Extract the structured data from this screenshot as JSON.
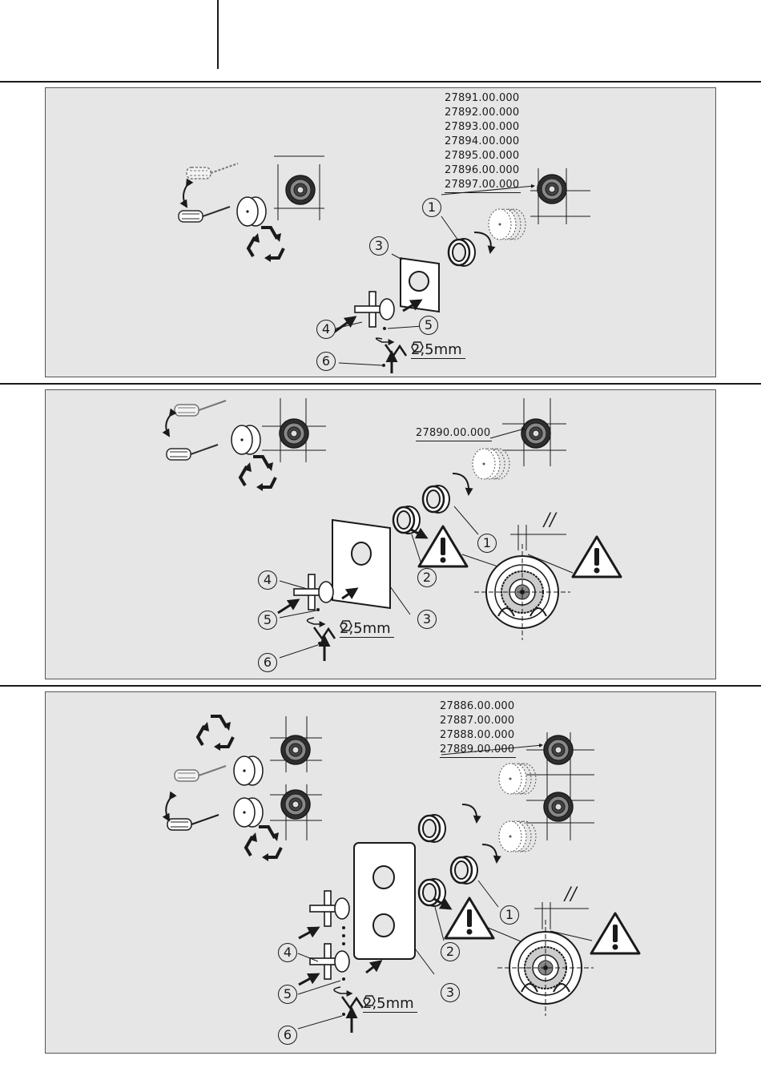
{
  "panels": [
    {
      "part_numbers": [
        "27891.00.000",
        "27892.00.000",
        "27893.00.000",
        "27894.00.000",
        "27895.00.000",
        "27896.00.000",
        "27897.00.000"
      ],
      "callouts": [
        "1",
        "3",
        "4",
        "5",
        "6"
      ],
      "hex_key": "2,5mm"
    },
    {
      "part_numbers": [
        "27890.00.000"
      ],
      "callouts": [
        "1",
        "2",
        "3",
        "4",
        "5",
        "6"
      ],
      "hex_key": "2,5mm",
      "parallel_mark": "//"
    },
    {
      "part_numbers": [
        "27886.00.000",
        "27887.00.000",
        "27888.00.000",
        "27889.00.000"
      ],
      "callouts": [
        "1",
        "2",
        "3",
        "4",
        "5",
        "6"
      ],
      "hex_key": "2,5mm",
      "parallel_mark": "//"
    }
  ],
  "icons": [
    "recycle-icon",
    "warning-icon",
    "screwdriver-icon",
    "hex-key-icon",
    "rotate-arrow-icon"
  ],
  "colors": {
    "panel_bg": "#e6e6e6",
    "ink": "#1a1a1a",
    "border": "#555555"
  }
}
